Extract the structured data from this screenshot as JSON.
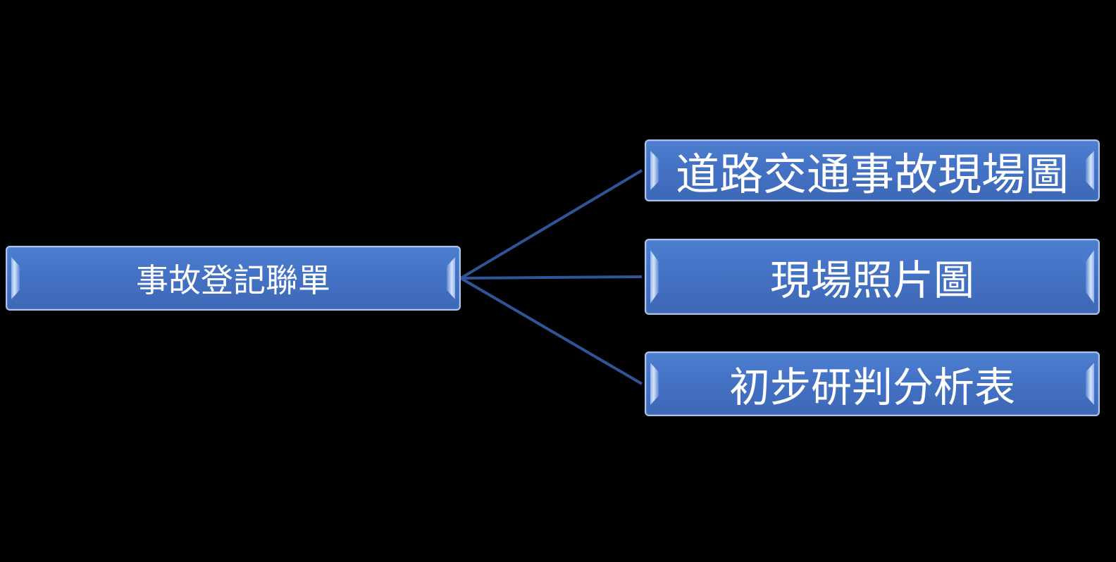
{
  "diagram": {
    "root": {
      "label": "事故登記聯單"
    },
    "children": [
      {
        "label": "道路交通事故現場圖"
      },
      {
        "label": "現場照片圖"
      },
      {
        "label": "初步研判分析表"
      }
    ]
  },
  "colors": {
    "background": "#000000",
    "node_fill": "#4472c4",
    "node_border": "#a9c4ee",
    "connector": "#2f5597",
    "text": "#ffffff"
  }
}
